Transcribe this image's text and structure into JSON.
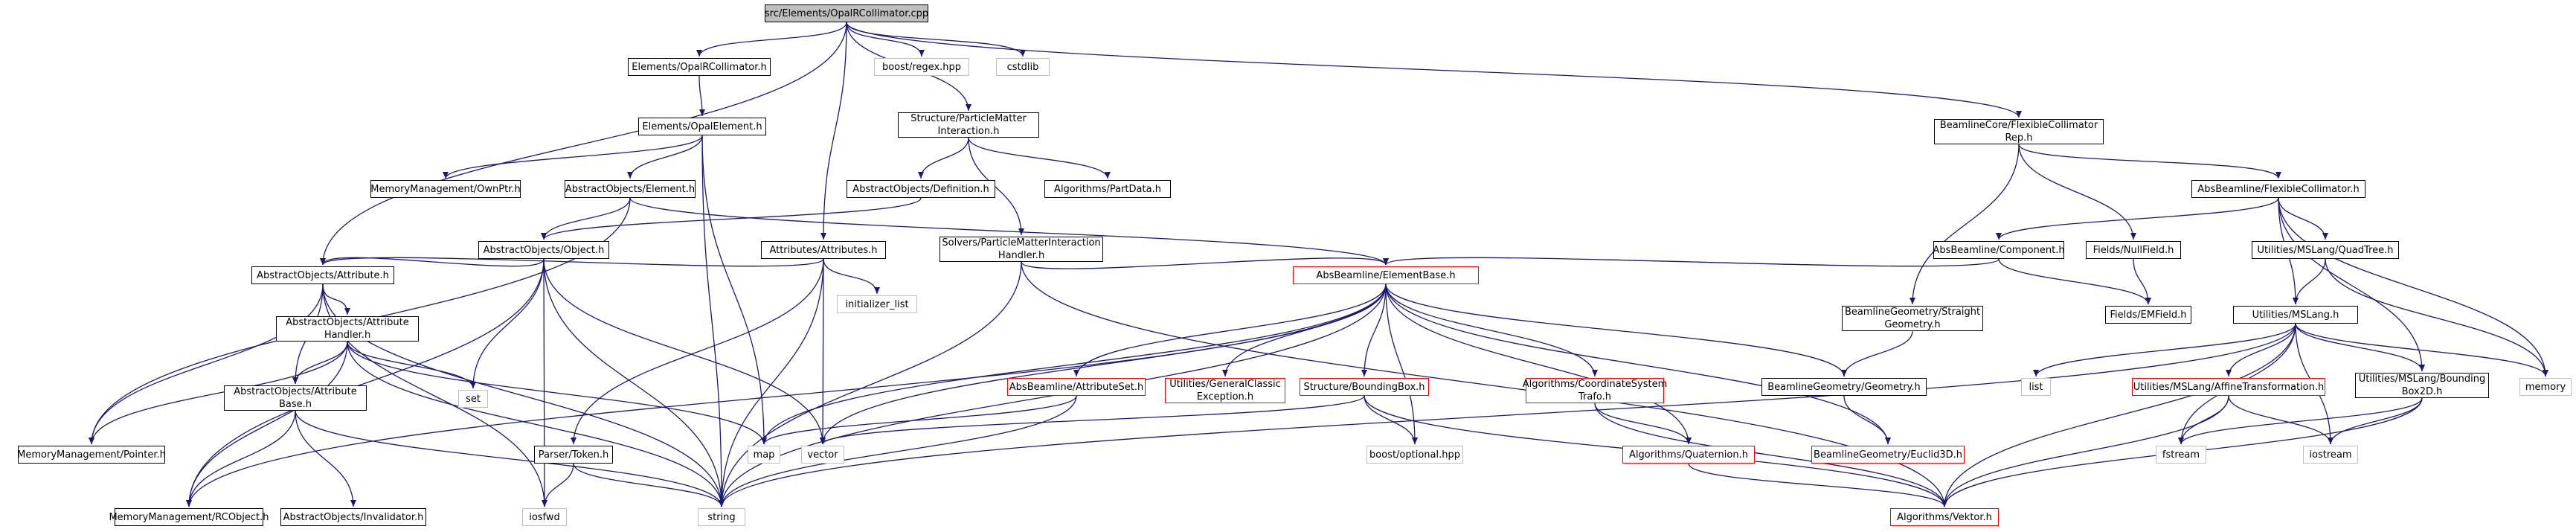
{
  "graph": {
    "title": "src/Elements/OpalRCollimator.cpp",
    "nodes": {
      "root": {
        "label": "src/Elements/OpalRCollimator.cpp",
        "style": "root"
      },
      "opalrcoll_h": {
        "label": "Elements/OpalRCollimator.h",
        "style": "normal"
      },
      "regex": {
        "label": "boost/regex.hpp",
        "style": "external"
      },
      "cstdlib": {
        "label": "cstdlib",
        "style": "external"
      },
      "opalelement": {
        "label": "Elements/OpalElement.h",
        "style": "normal"
      },
      "ownptr": {
        "label": "MemoryManagement/OwnPtr.h",
        "style": "normal"
      },
      "ao_element": {
        "label": "AbstractObjects/Element.h",
        "style": "normal"
      },
      "ao_object": {
        "label": "AbstractObjects/Object.h",
        "style": "normal"
      },
      "ao_definition": {
        "label": "AbstractObjects/Definition.h",
        "style": "normal"
      },
      "spmi": {
        "label": "Structure/ParticleMatter\nInteraction.h",
        "style": "normal"
      },
      "partdata": {
        "label": "Algorithms/PartData.h",
        "style": "normal"
      },
      "spmih": {
        "label": "Solvers/ParticleMatterInteraction\nHandler.h",
        "style": "normal"
      },
      "attributes": {
        "label": "Attributes/Attributes.h",
        "style": "normal"
      },
      "initlist": {
        "label": "initializer_list",
        "style": "external"
      },
      "ao_attribute": {
        "label": "AbstractObjects/Attribute.h",
        "style": "normal"
      },
      "ao_attrhandler": {
        "label": "AbstractObjects/Attribute\nHandler.h",
        "style": "normal"
      },
      "ao_attrbase": {
        "label": "AbstractObjects/Attribute\nBase.h",
        "style": "normal"
      },
      "mm_pointer": {
        "label": "MemoryManagement/Pointer.h",
        "style": "normal"
      },
      "mm_rcobject": {
        "label": "MemoryManagement/RCObject.h",
        "style": "normal"
      },
      "ao_invalidator": {
        "label": "AbstractObjects/Invalidator.h",
        "style": "normal"
      },
      "set": {
        "label": "set",
        "style": "external"
      },
      "iosfwd": {
        "label": "iosfwd",
        "style": "external"
      },
      "string": {
        "label": "string",
        "style": "external"
      },
      "map": {
        "label": "map",
        "style": "external"
      },
      "vector": {
        "label": "vector",
        "style": "external"
      },
      "parser_token": {
        "label": "Parser/Token.h",
        "style": "normal"
      },
      "elementbase": {
        "label": "AbsBeamline/ElementBase.h",
        "style": "red"
      },
      "attributeset": {
        "label": "AbsBeamline/AttributeSet.h",
        "style": "red"
      },
      "genexc": {
        "label": "Utilities/GeneralClassic\nException.h",
        "style": "red"
      },
      "boundingbox": {
        "label": "Structure/BoundingBox.h",
        "style": "red"
      },
      "optional": {
        "label": "boost/optional.hpp",
        "style": "external"
      },
      "coordtrafo": {
        "label": "Algorithms/CoordinateSystem\nTrafo.h",
        "style": "red"
      },
      "quaternion": {
        "label": "Algorithms/Quaternion.h",
        "style": "red"
      },
      "vektor": {
        "label": "Algorithms/Vektor.h",
        "style": "red"
      },
      "geometry": {
        "label": "BeamlineGeometry/Geometry.h",
        "style": "normal"
      },
      "euclid3d": {
        "label": "BeamlineGeometry/Euclid3D.h",
        "style": "red"
      },
      "straightgeom": {
        "label": "BeamlineGeometry/Straight\nGeometry.h",
        "style": "normal"
      },
      "flexrep": {
        "label": "BeamlineCore/FlexibleCollimator\nRep.h",
        "style": "normal"
      },
      "flexcoll": {
        "label": "AbsBeamline/FlexibleCollimator.h",
        "style": "normal"
      },
      "component": {
        "label": "AbsBeamline/Component.h",
        "style": "normal"
      },
      "nullfield": {
        "label": "Fields/NullField.h",
        "style": "normal"
      },
      "emfield": {
        "label": "Fields/EMField.h",
        "style": "normal"
      },
      "quadtree": {
        "label": "Utilities/MSLang/QuadTree.h",
        "style": "normal"
      },
      "mslang": {
        "label": "Utilities/MSLang.h",
        "style": "normal"
      },
      "affine": {
        "label": "Utilities/MSLang/AffineTransformation.h",
        "style": "red"
      },
      "bbox2d": {
        "label": "Utilities/MSLang/Bounding\nBox2D.h",
        "style": "normal"
      },
      "list": {
        "label": "list",
        "style": "external"
      },
      "memory": {
        "label": "memory",
        "style": "external"
      },
      "fstream": {
        "label": "fstream",
        "style": "external"
      },
      "iostream": {
        "label": "iostream",
        "style": "external"
      }
    },
    "edges": [
      [
        "root",
        "opalrcoll_h"
      ],
      [
        "root",
        "regex"
      ],
      [
        "root",
        "cstdlib"
      ],
      [
        "root",
        "spmi"
      ],
      [
        "root",
        "attributes"
      ],
      [
        "root",
        "ao_attribute"
      ],
      [
        "root",
        "flexrep"
      ],
      [
        "opalrcoll_h",
        "opalelement"
      ],
      [
        "opalelement",
        "ownptr"
      ],
      [
        "opalelement",
        "ao_element"
      ],
      [
        "opalelement",
        "map"
      ],
      [
        "opalelement",
        "string"
      ],
      [
        "ao_element",
        "ao_object"
      ],
      [
        "ao_element",
        "mm_pointer"
      ],
      [
        "ao_element",
        "elementbase"
      ],
      [
        "ao_object",
        "ao_attribute"
      ],
      [
        "ao_object",
        "mm_rcobject"
      ],
      [
        "ao_object",
        "set"
      ],
      [
        "ao_object",
        "iosfwd"
      ],
      [
        "ao_object",
        "string"
      ],
      [
        "ao_object",
        "vector"
      ],
      [
        "spmi",
        "ao_definition"
      ],
      [
        "spmi",
        "partdata"
      ],
      [
        "spmi",
        "spmih"
      ],
      [
        "ao_definition",
        "ao_object"
      ],
      [
        "spmih",
        "elementbase"
      ],
      [
        "spmih",
        "vektor"
      ],
      [
        "spmih",
        "string"
      ],
      [
        "attributes",
        "ao_attribute"
      ],
      [
        "attributes",
        "initlist"
      ],
      [
        "attributes",
        "parser_token"
      ],
      [
        "attributes",
        "vector"
      ],
      [
        "attributes",
        "string"
      ],
      [
        "ao_attribute",
        "ao_attrhandler"
      ],
      [
        "ao_attribute",
        "ao_attrbase"
      ],
      [
        "ao_attribute",
        "mm_pointer"
      ],
      [
        "ao_attribute",
        "iosfwd"
      ],
      [
        "ao_attribute",
        "string"
      ],
      [
        "ao_attrhandler",
        "ao_attrbase"
      ],
      [
        "ao_attrhandler",
        "mm_pointer"
      ],
      [
        "ao_attrhandler",
        "mm_rcobject"
      ],
      [
        "ao_attrhandler",
        "set"
      ],
      [
        "ao_attrhandler",
        "map"
      ],
      [
        "ao_attrhandler",
        "string"
      ],
      [
        "ao_attrbase",
        "ao_invalidator"
      ],
      [
        "ao_attrbase",
        "mm_rcobject"
      ],
      [
        "ao_attrbase",
        "string"
      ],
      [
        "parser_token",
        "iosfwd"
      ],
      [
        "parser_token",
        "string"
      ],
      [
        "elementbase",
        "attributeset"
      ],
      [
        "elementbase",
        "genexc"
      ],
      [
        "elementbase",
        "boundingbox"
      ],
      [
        "elementbase",
        "optional"
      ],
      [
        "elementbase",
        "coordtrafo"
      ],
      [
        "elementbase",
        "quaternion"
      ],
      [
        "elementbase",
        "geometry"
      ],
      [
        "elementbase",
        "euclid3d"
      ],
      [
        "elementbase",
        "mm_rcobject"
      ],
      [
        "elementbase",
        "map"
      ],
      [
        "elementbase",
        "vector"
      ],
      [
        "elementbase",
        "string"
      ],
      [
        "attributeset",
        "map"
      ],
      [
        "attributeset",
        "string"
      ],
      [
        "boundingbox",
        "vektor"
      ],
      [
        "boundingbox",
        "optional"
      ],
      [
        "boundingbox",
        "vector"
      ],
      [
        "coordtrafo",
        "quaternion"
      ],
      [
        "coordtrafo",
        "vektor"
      ],
      [
        "quaternion",
        "vektor"
      ],
      [
        "geometry",
        "euclid3d"
      ],
      [
        "straightgeom",
        "geometry"
      ],
      [
        "flexrep",
        "flexcoll"
      ],
      [
        "flexrep",
        "straightgeom"
      ],
      [
        "flexrep",
        "nullfield"
      ],
      [
        "flexcoll",
        "component"
      ],
      [
        "flexcoll",
        "quadtree"
      ],
      [
        "flexcoll",
        "mslang"
      ],
      [
        "flexcoll",
        "bbox2d"
      ],
      [
        "flexcoll",
        "memory"
      ],
      [
        "component",
        "elementbase"
      ],
      [
        "component",
        "emfield"
      ],
      [
        "nullfield",
        "emfield"
      ],
      [
        "quadtree",
        "mslang"
      ],
      [
        "quadtree",
        "memory"
      ],
      [
        "mslang",
        "affine"
      ],
      [
        "mslang",
        "bbox2d"
      ],
      [
        "mslang",
        "list"
      ],
      [
        "mslang",
        "memory"
      ],
      [
        "mslang",
        "fstream"
      ],
      [
        "mslang",
        "iostream"
      ],
      [
        "mslang",
        "vektor"
      ],
      [
        "mslang",
        "string"
      ],
      [
        "affine",
        "vektor"
      ],
      [
        "affine",
        "fstream"
      ],
      [
        "affine",
        "iostream"
      ],
      [
        "bbox2d",
        "vektor"
      ],
      [
        "bbox2d",
        "fstream"
      ],
      [
        "bbox2d",
        "iostream"
      ]
    ],
    "colors": {
      "edge": "#191970",
      "red_border": "#ff0000",
      "external_border": "#bfbfbf",
      "root_fill": "#bfbfbf"
    }
  }
}
